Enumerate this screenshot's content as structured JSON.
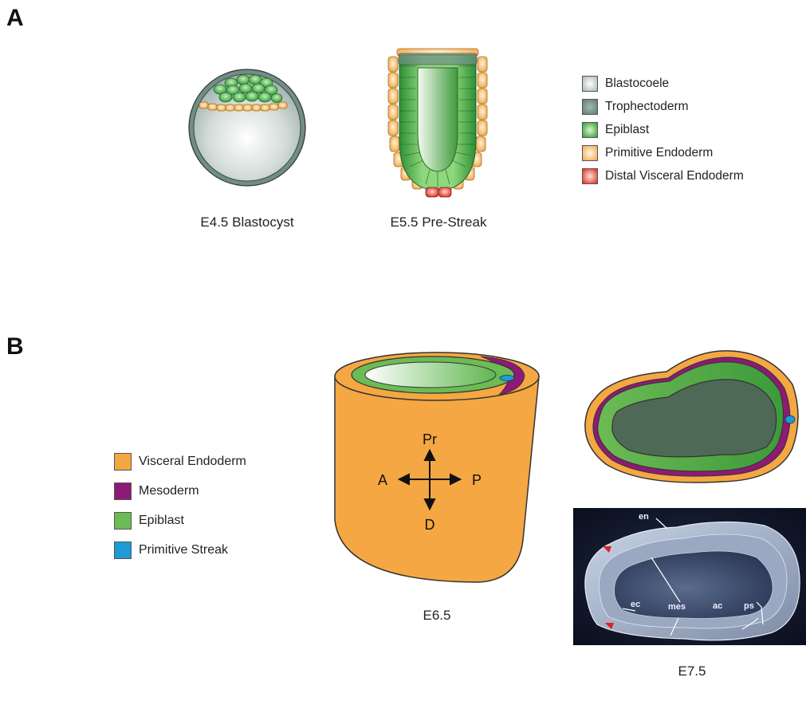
{
  "panels": {
    "a": {
      "letter": "A"
    },
    "b": {
      "letter": "B"
    }
  },
  "captions": {
    "blastocyst": "E4.5 Blastocyst",
    "prestreak": "E5.5 Pre-Streak",
    "e65": "E6.5",
    "e75": "E7.5"
  },
  "legendA": [
    {
      "label": "Blastocoele",
      "color": "#c9d3cf"
    },
    {
      "label": "Trophectoderm",
      "color": "#6f8e86"
    },
    {
      "label": "Epiblast",
      "color": "#3aa640"
    },
    {
      "label": "Primitive Endoderm",
      "color": "#f6be6a"
    },
    {
      "label": "Distal Visceral Endoderm",
      "color": "#e23a2e"
    }
  ],
  "legendB": [
    {
      "label": "Visceral Endoderm",
      "color": "#f4a742"
    },
    {
      "label": "Mesoderm",
      "color": "#8d1a74"
    },
    {
      "label": "Epiblast",
      "color": "#6cbb55"
    },
    {
      "label": "Primitive Streak",
      "color": "#1e9ad6"
    }
  ],
  "axes": {
    "proximal": "Pr",
    "distal": "D",
    "anterior": "A",
    "posterior": "P"
  },
  "micrograph_labels": {
    "en": "en",
    "mes": "mes",
    "ec": "ec",
    "ac": "ac",
    "ps": "ps"
  }
}
